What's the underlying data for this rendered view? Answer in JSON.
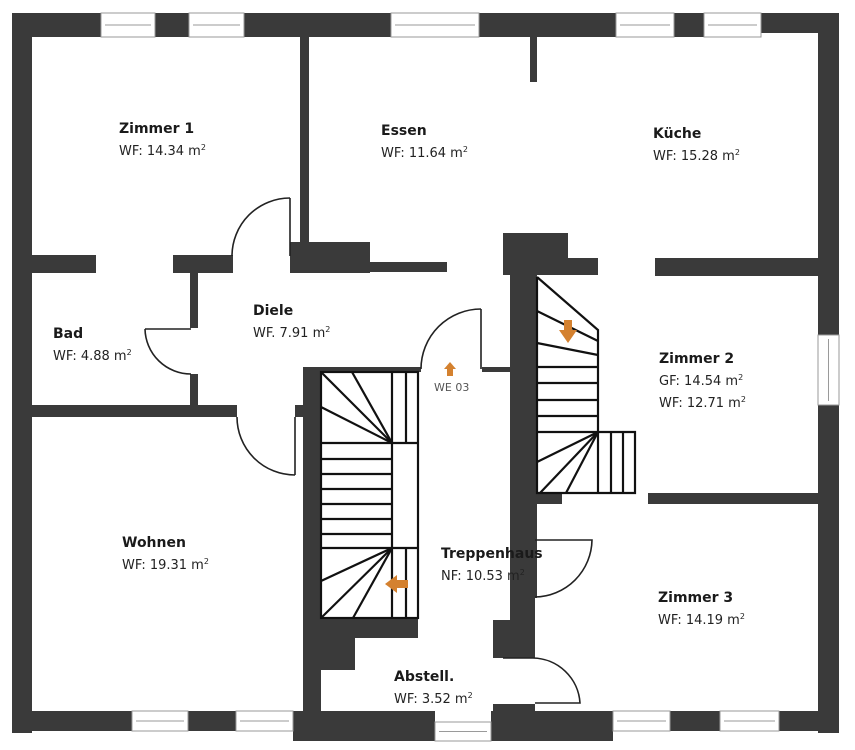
{
  "plan": {
    "title": "Grundriss",
    "accent_color": "#d4812f",
    "wall_color": "#3a3a3a",
    "unit_label": "WE 03",
    "area_unit": "m",
    "area_unit_exponent": "2"
  },
  "rooms": [
    {
      "id": "zimmer1",
      "name": "Zimmer 1",
      "areas": [
        {
          "prefix": "WF:",
          "value": "14.34"
        }
      ]
    },
    {
      "id": "essen",
      "name": "Essen",
      "areas": [
        {
          "prefix": "WF:",
          "value": "11.64"
        }
      ]
    },
    {
      "id": "kueche",
      "name": "Küche",
      "areas": [
        {
          "prefix": "WF:",
          "value": "15.28"
        }
      ]
    },
    {
      "id": "bad",
      "name": "Bad",
      "areas": [
        {
          "prefix": "WF:",
          "value": "4.88"
        }
      ]
    },
    {
      "id": "diele",
      "name": "Diele",
      "areas": [
        {
          "prefix": "WF.",
          "value": "7.91"
        }
      ]
    },
    {
      "id": "zimmer2",
      "name": "Zimmer 2",
      "areas": [
        {
          "prefix": "GF:",
          "value": "14.54"
        },
        {
          "prefix": "WF:",
          "value": "12.71"
        }
      ]
    },
    {
      "id": "wohnen",
      "name": "Wohnen",
      "areas": [
        {
          "prefix": "WF:",
          "value": "19.31"
        }
      ]
    },
    {
      "id": "treppenhaus",
      "name": "Treppenhaus",
      "areas": [
        {
          "prefix": "NF:",
          "value": "10.53"
        }
      ]
    },
    {
      "id": "zimmer3",
      "name": "Zimmer 3",
      "areas": [
        {
          "prefix": "WF:",
          "value": "14.19"
        }
      ]
    },
    {
      "id": "abstell",
      "name": "Abstell.",
      "areas": [
        {
          "prefix": "WF:",
          "value": "3.52"
        }
      ]
    }
  ],
  "icons": {
    "entry_arrow": "arrow-up-icon",
    "stair_down_arrow": "arrow-down-icon",
    "stair_left_arrow": "arrow-left-icon"
  }
}
